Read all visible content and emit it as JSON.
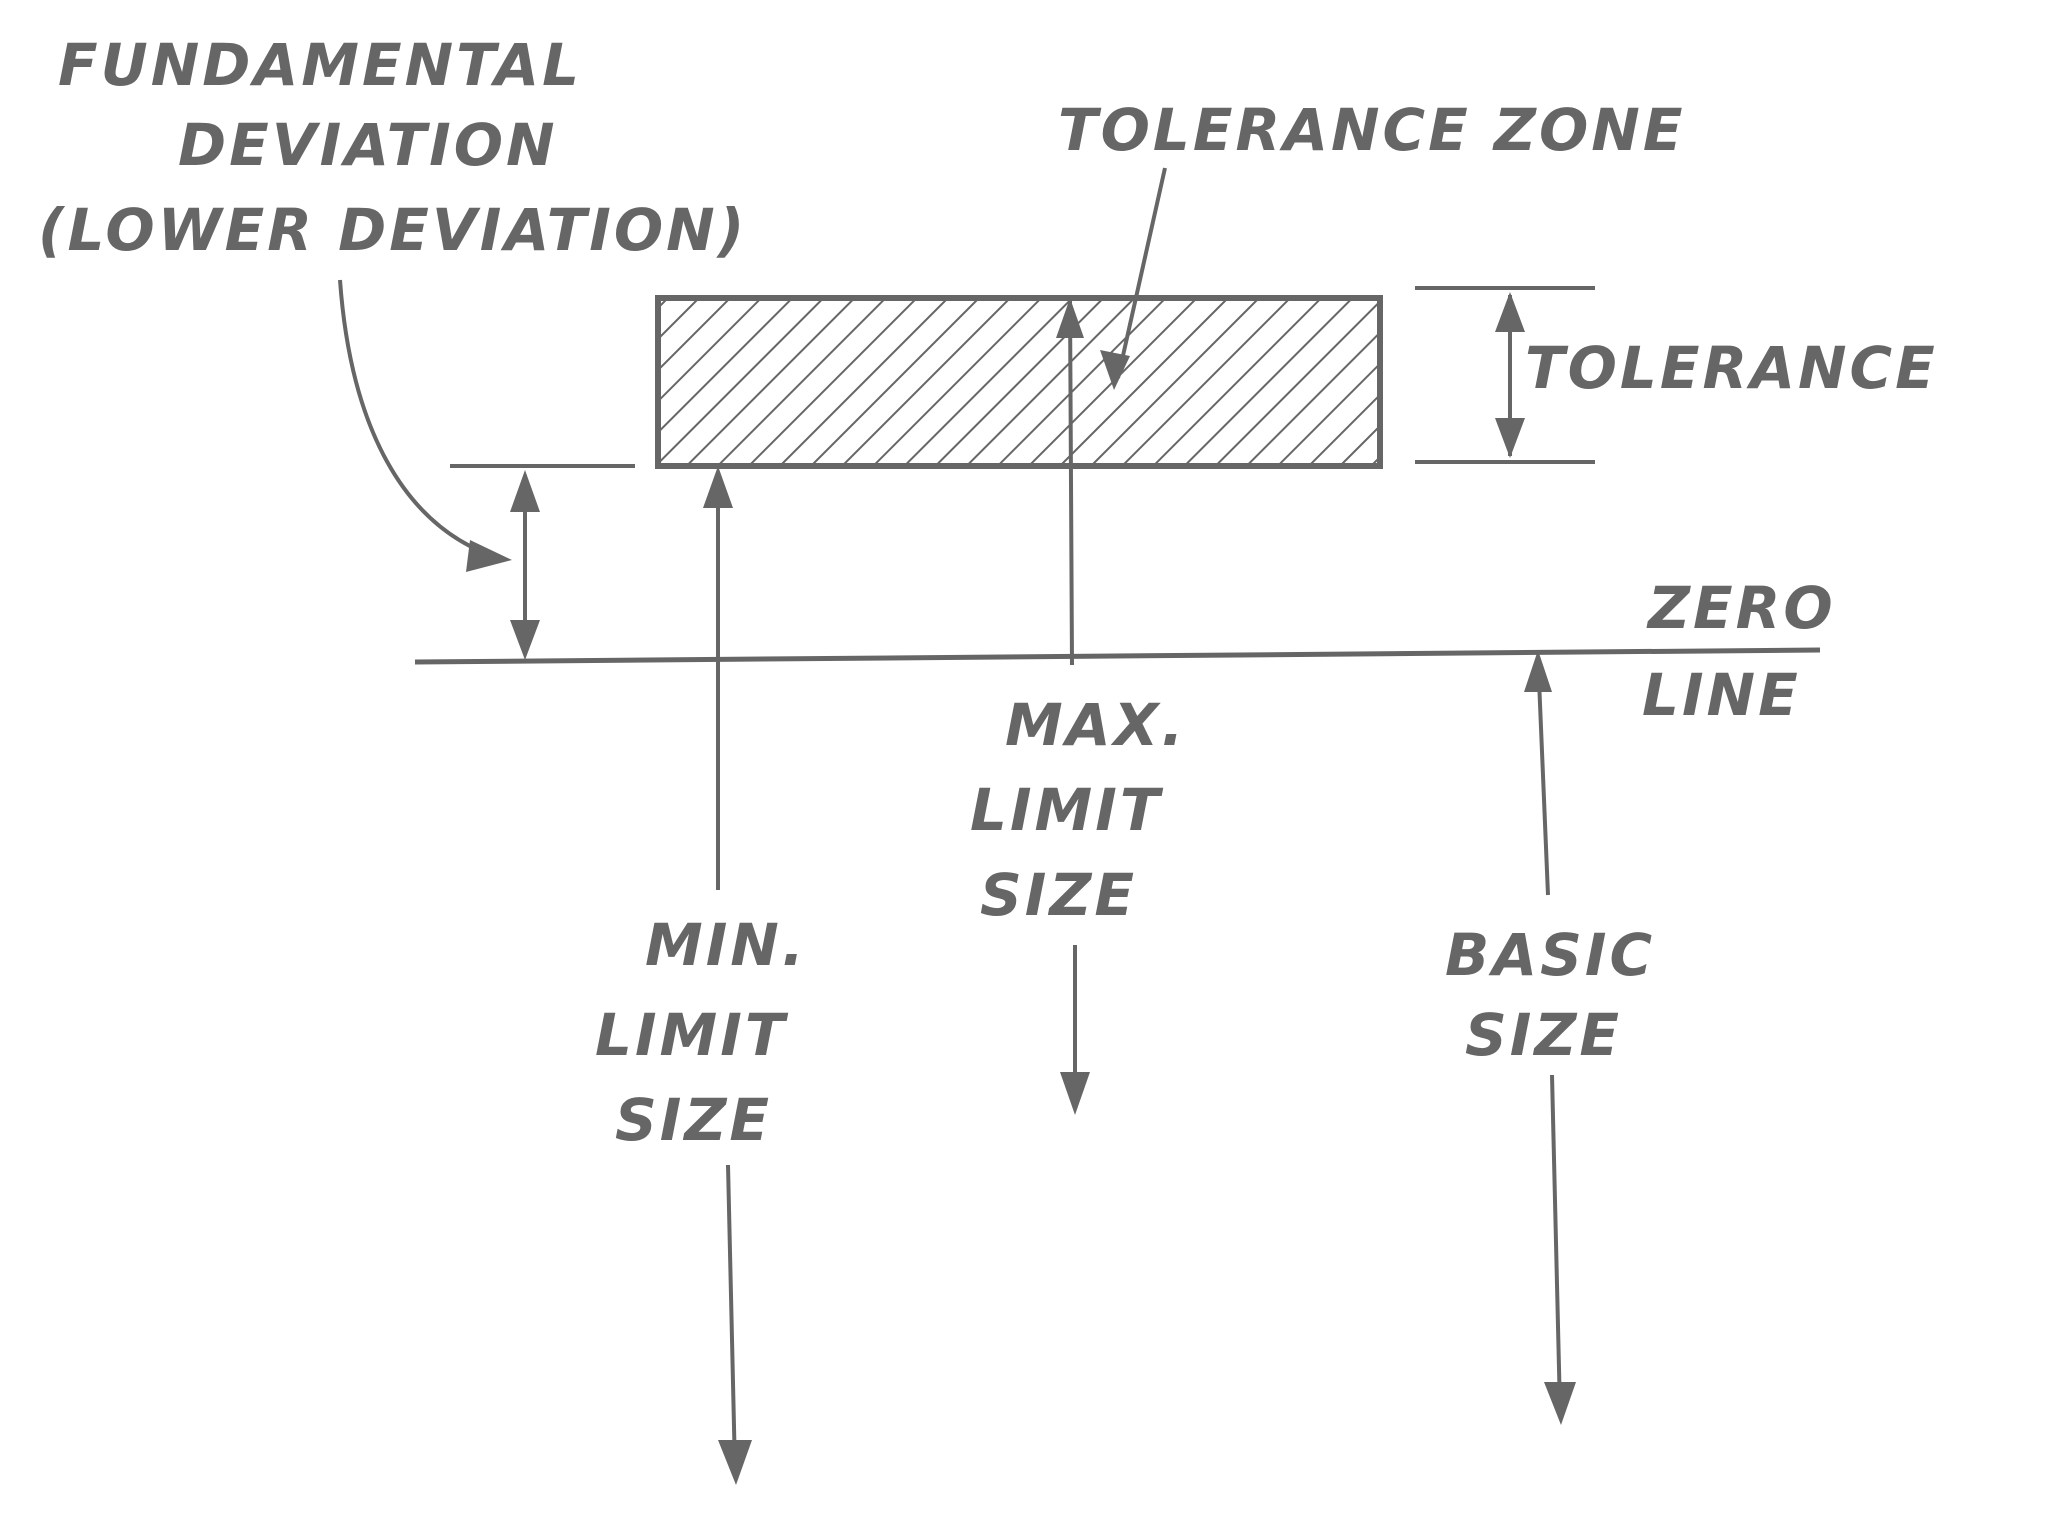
{
  "labels": {
    "fundamental_deviation": [
      "FUNDAMENTAL",
      "DEVIATION",
      "(LOWER DEVIATION)"
    ],
    "tolerance_zone": "TOLERANCE ZONE",
    "tolerance": "TOLERANCE",
    "zero_line": [
      "ZERO",
      "LINE"
    ],
    "max_limit_size": [
      "MAX.",
      "LIMIT",
      "SIZE"
    ],
    "min_limit_size": [
      "MIN.",
      "LIMIT",
      "SIZE"
    ],
    "basic_size": [
      "BASIC",
      "SIZE"
    ]
  },
  "colors": {
    "ink": "#666666",
    "background": "#ffffff"
  }
}
